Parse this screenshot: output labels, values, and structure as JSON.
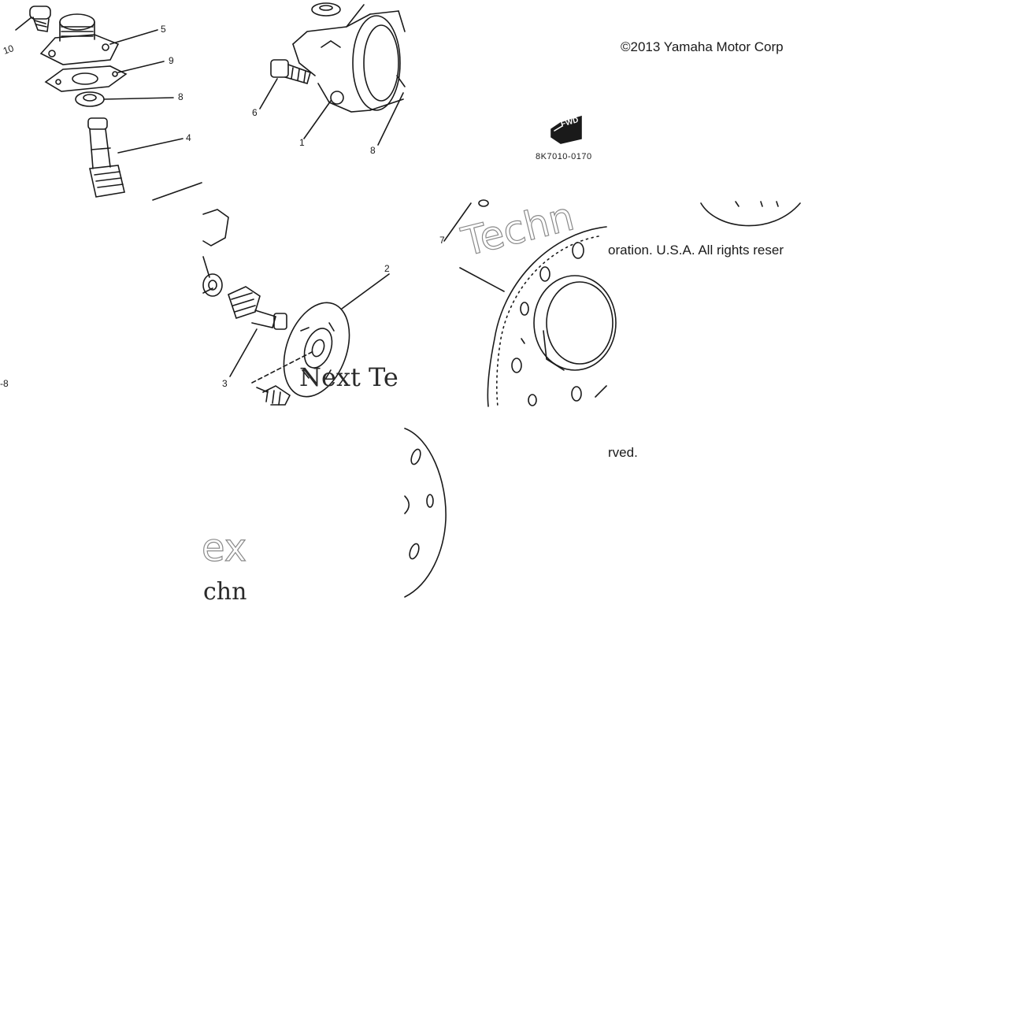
{
  "copyright": {
    "line1": "©2013 Yamaha Motor Corp",
    "line2": "oration. U.S.A. All rights reser",
    "line3": "rved."
  },
  "figure_code": "8K7010-0170",
  "fwd_label": "FWD",
  "callouts": {
    "c10": "10",
    "c5": "5",
    "c9": "9",
    "c8a": "8",
    "c4": "4",
    "c6": "6",
    "c1": "1",
    "c8b": "8",
    "c7": "7",
    "c2": "2",
    "c3": "3",
    "c8c": "-8"
  },
  "watermarks": {
    "w1": "Techn",
    "w2": "Next Te",
    "w3": "ex",
    "w4": "chn"
  },
  "colors": {
    "line": "#1a1a1a",
    "watermark_outline": "#8a8a8a"
  }
}
